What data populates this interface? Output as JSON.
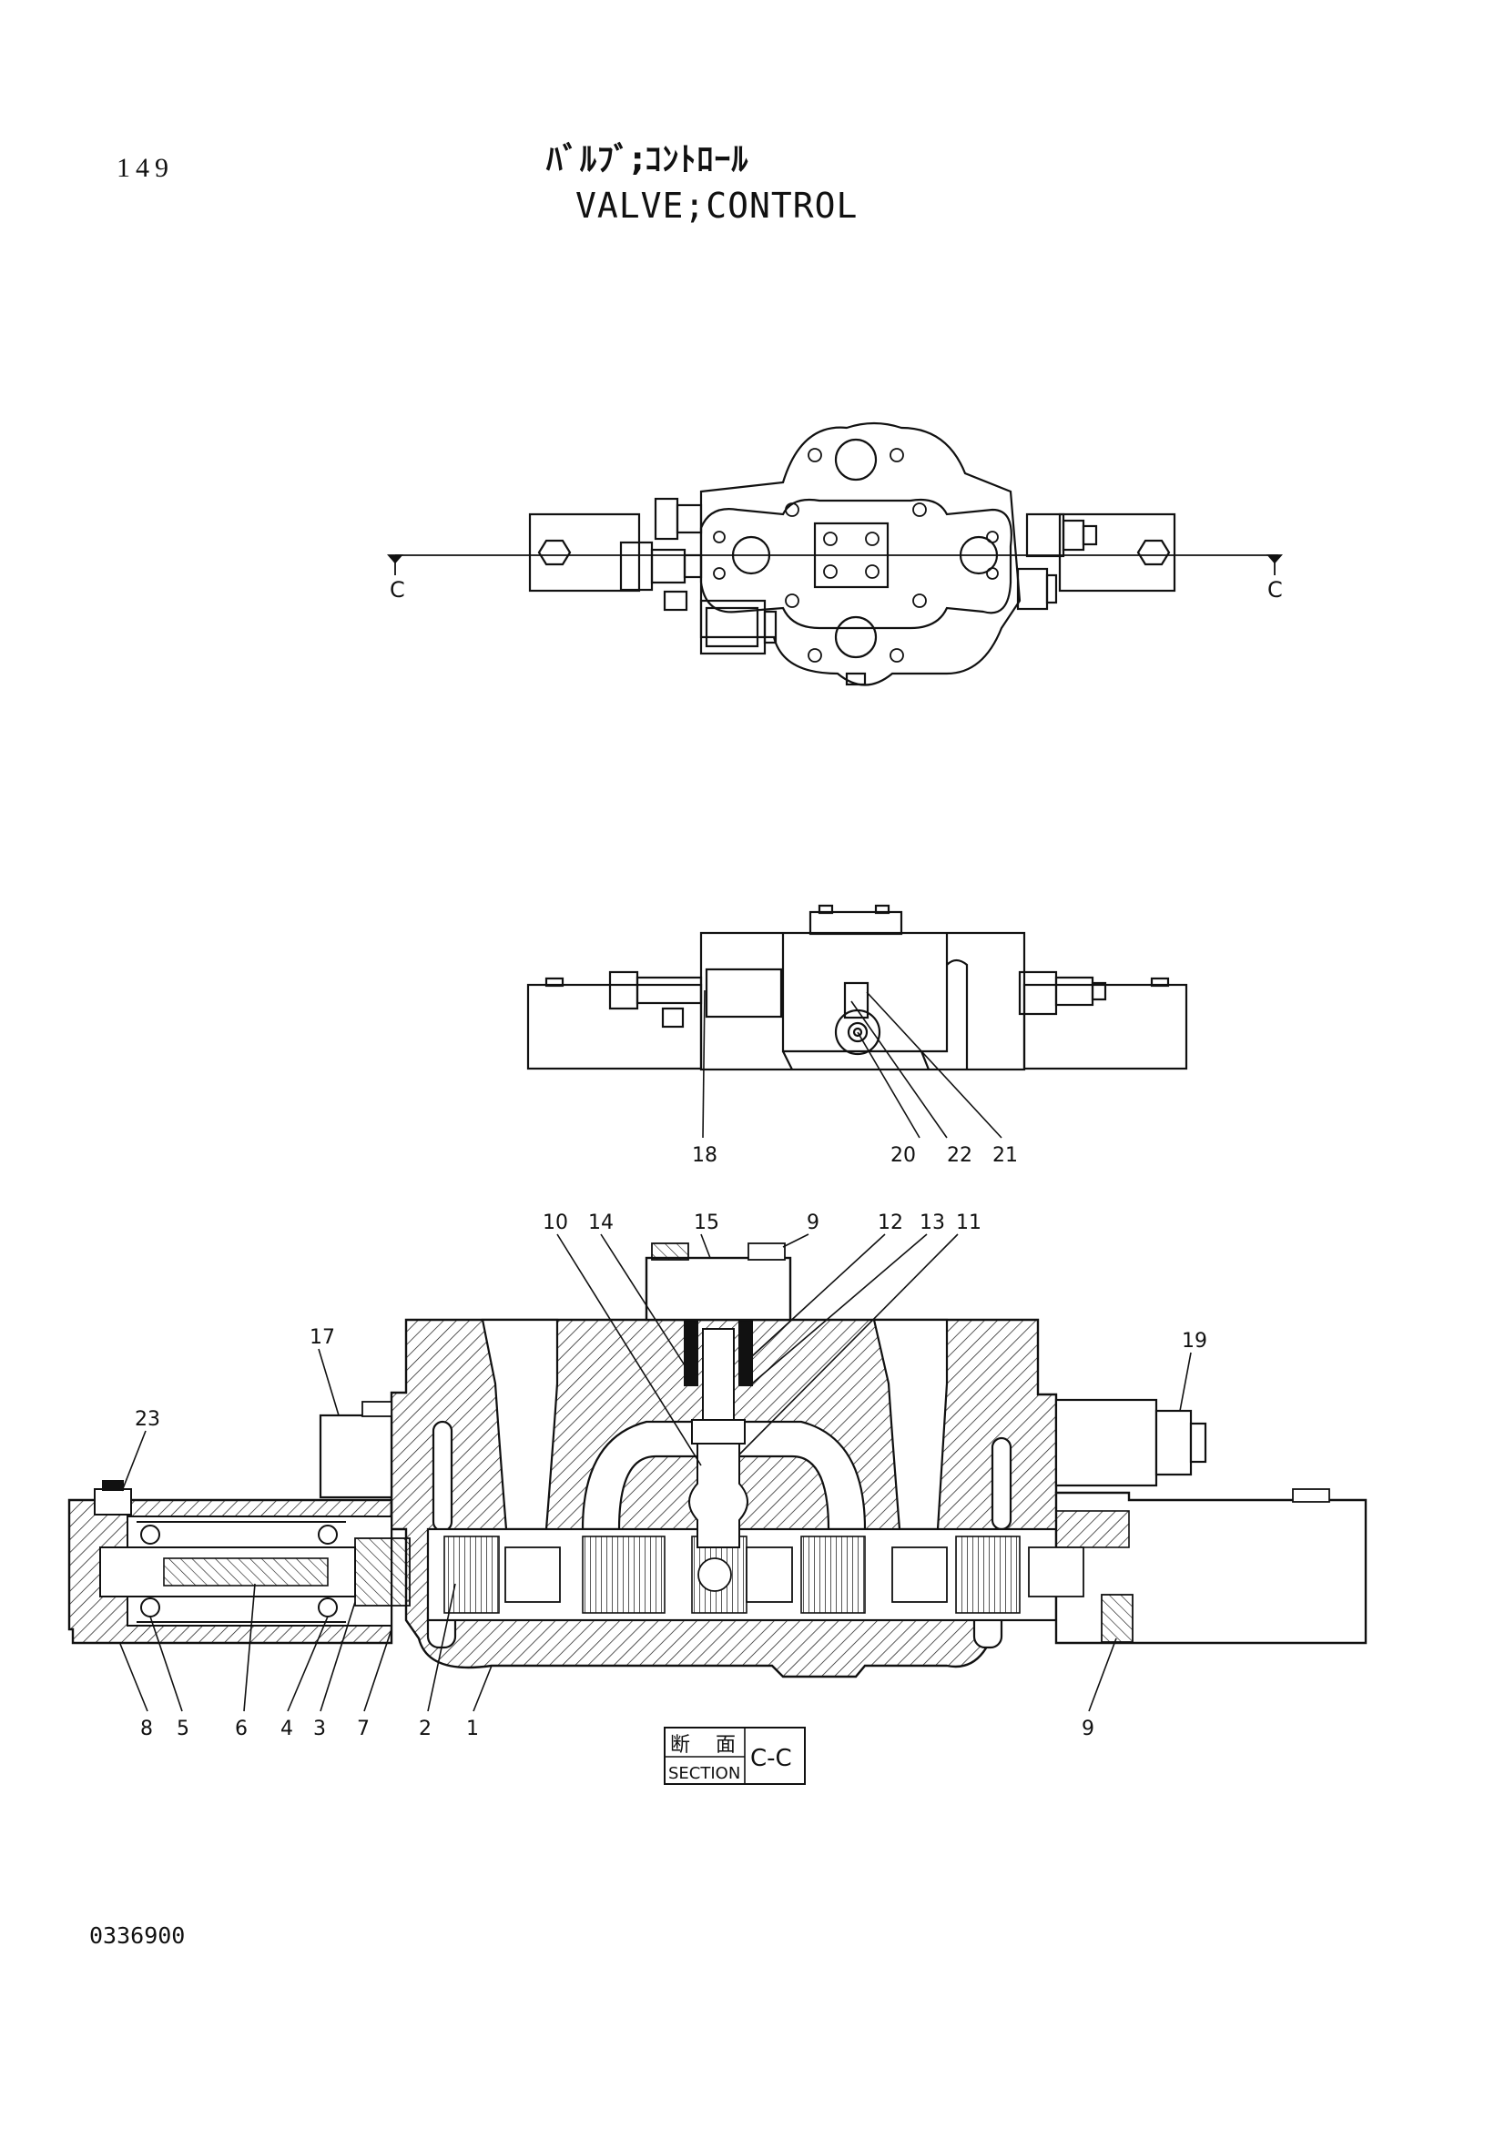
{
  "header": {
    "page_number": "149",
    "title_jp": "ﾊﾞﾙﾌﾞ;ｺﾝﾄﾛｰﾙ",
    "title_en": "VALVE;CONTROL"
  },
  "top_view": {
    "section_mark_left": "C",
    "section_mark_right": "C"
  },
  "front_view": {
    "callouts": [
      "18",
      "20",
      "22",
      "21"
    ]
  },
  "section_view": {
    "callouts_top": [
      "10",
      "14",
      "15",
      "9",
      "12",
      "13",
      "11"
    ],
    "callouts_left": [
      "17",
      "23"
    ],
    "callouts_right": [
      "19"
    ],
    "callouts_bottom": [
      "8",
      "5",
      "6",
      "4",
      "3",
      "7",
      "2",
      "1",
      "9"
    ]
  },
  "section_label": {
    "kanji_1": "断",
    "kanji_2": "面",
    "word": "SECTION",
    "id": "C-C"
  },
  "footer": {
    "drawing_number": "0336900"
  },
  "colors": {
    "line": "#111111",
    "paper": "#ffffff"
  }
}
